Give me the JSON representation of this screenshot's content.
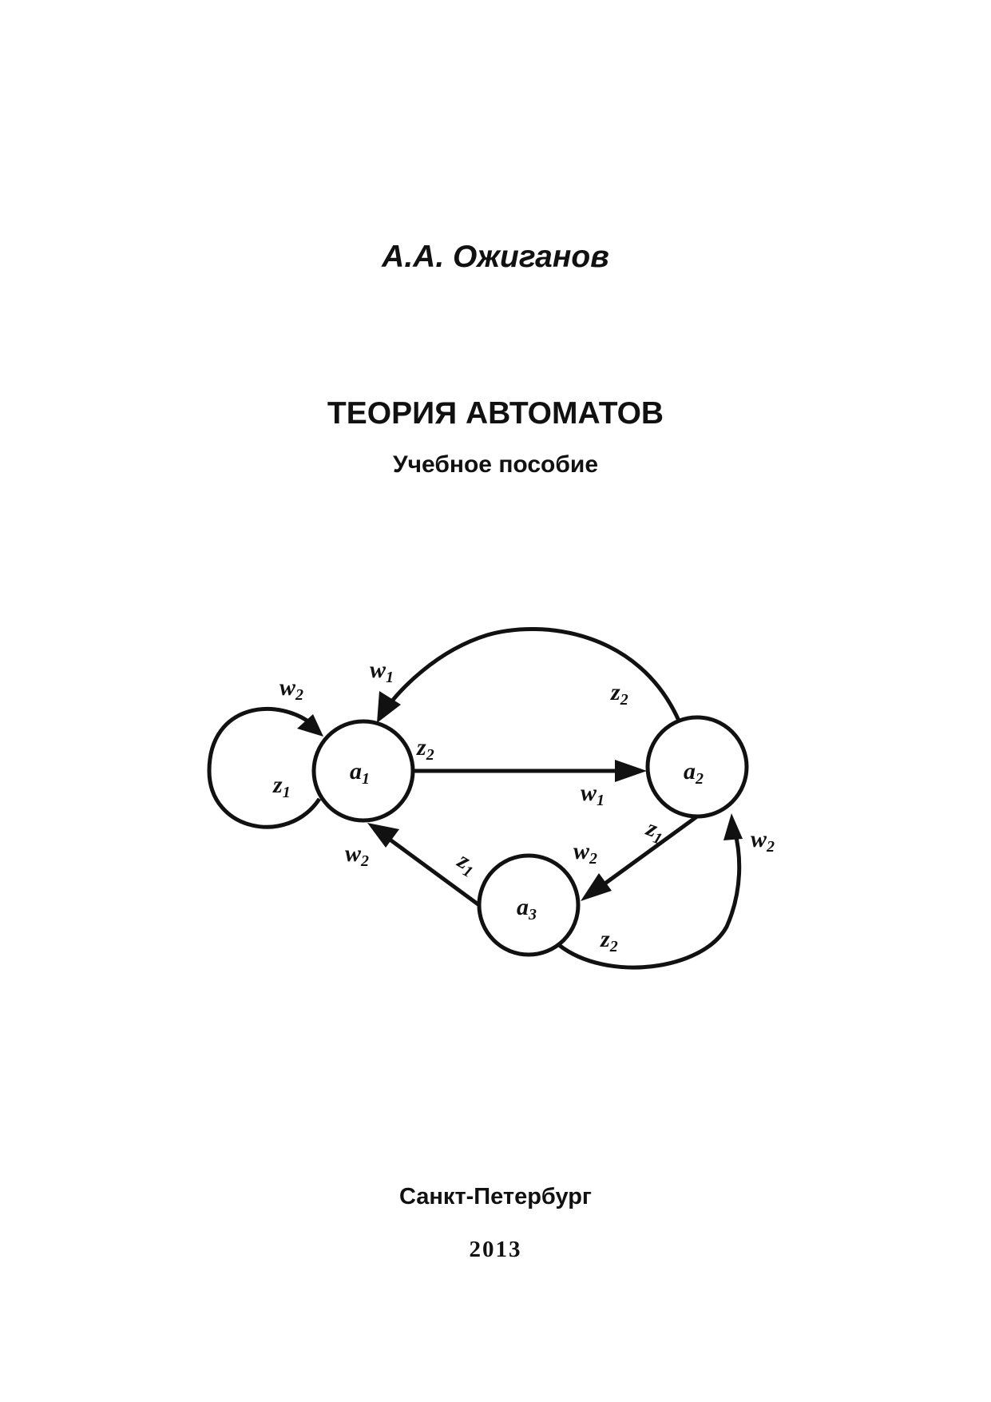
{
  "author": "А.А. Ожиганов",
  "title": "ТЕОРИЯ АВТОМАТОВ",
  "subtitle": "Учебное пособие",
  "city": "Санкт-Петербург",
  "year": "2013",
  "diagram": {
    "states": [
      {
        "id": "a1",
        "letter": "a",
        "index": "1"
      },
      {
        "id": "a2",
        "letter": "a",
        "index": "2"
      },
      {
        "id": "a3",
        "letter": "a",
        "index": "3"
      }
    ],
    "labels": {
      "loop_a1_in": {
        "letter": "z",
        "index": "1"
      },
      "loop_a1_out": {
        "letter": "w",
        "index": "2"
      },
      "a1_a2_in": {
        "letter": "z",
        "index": "2"
      },
      "a1_a2_out": {
        "letter": "w",
        "index": "1"
      },
      "a2_a1_in": {
        "letter": "z",
        "index": "2"
      },
      "a2_a1_out": {
        "letter": "w",
        "index": "1"
      },
      "a2_a3_in": {
        "letter": "z",
        "index": "1"
      },
      "a2_a3_out": {
        "letter": "w",
        "index": "2"
      },
      "a3_a1_in": {
        "letter": "z",
        "index": "1"
      },
      "a3_a1_out": {
        "letter": "w",
        "index": "2"
      },
      "a3_a2_in": {
        "letter": "z",
        "index": "2"
      },
      "a3_a2_out": {
        "letter": "w",
        "index": "2"
      }
    }
  }
}
